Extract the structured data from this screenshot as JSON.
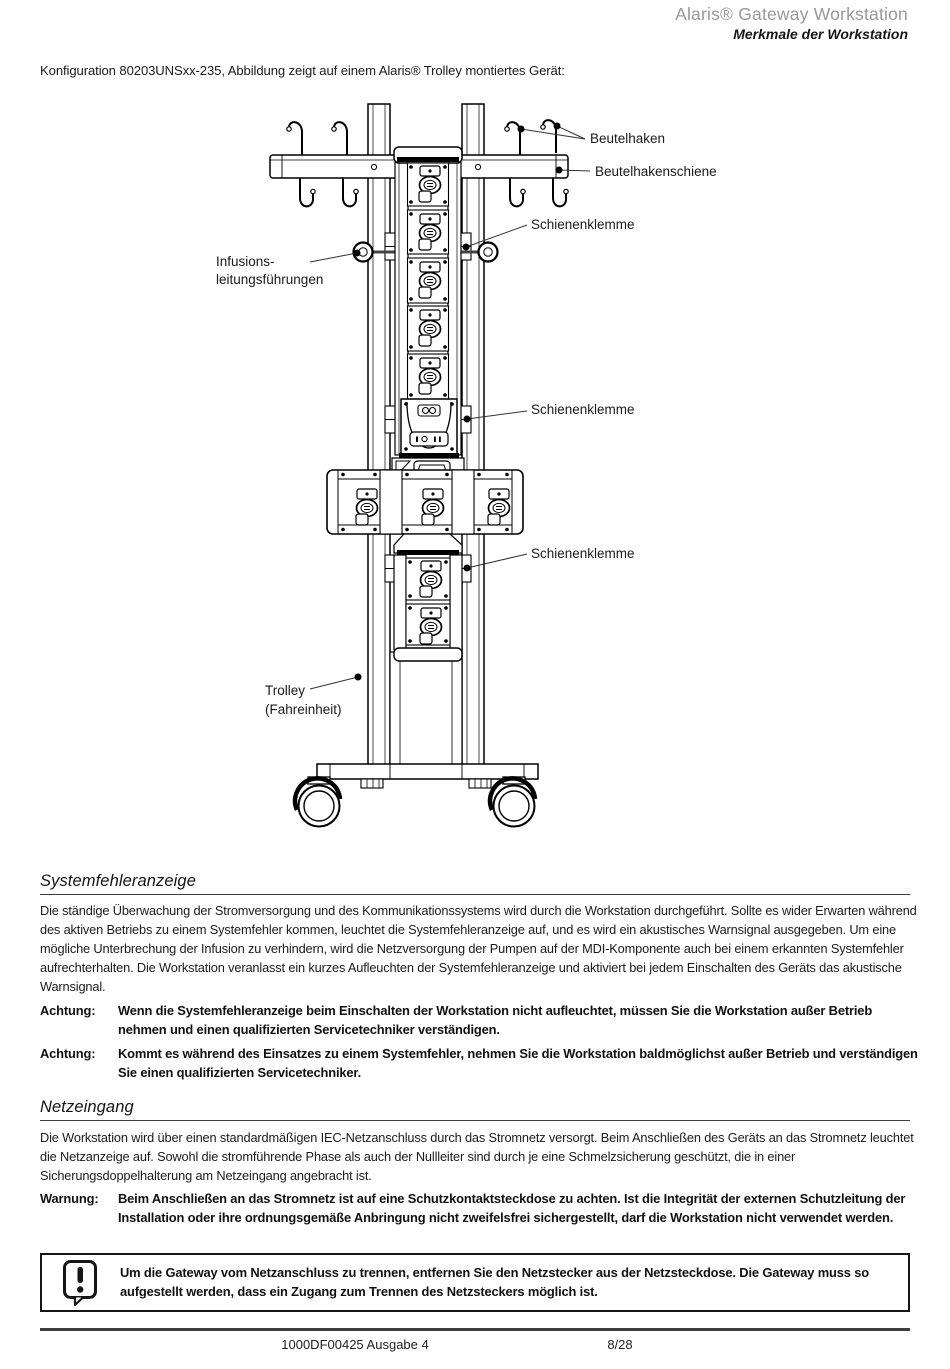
{
  "header": {
    "title": "Alaris® Gateway Workstation",
    "subtitle": "Merkmale der Workstation"
  },
  "intro": "Konfiguration 80203UNSxx-235, Abbildung zeigt auf einem Alaris® Trolley montiertes Gerät:",
  "diagram": {
    "labels": {
      "beutelhaken": "Beutelhaken",
      "beutelhakenschiene": "Beutelhakenschiene",
      "schienenklemme1": "Schienenklemme",
      "schienenklemme2": "Schienenklemme",
      "schienenklemme3": "Schienenklemme",
      "infusions1": "Infusions-",
      "infusions2": "leitungsführungen",
      "trolley1": "Trolley",
      "trolley2": "(Fahreinheit)"
    }
  },
  "sections": {
    "systemfehleranzeige": {
      "heading": "Systemfehleranzeige",
      "body": "Die ständige Überwachung der Stromversorgung und des Kommunikationssystems wird durch die Workstation durchgeführt. Sollte es wider Erwarten während des aktiven Betriebs zu einem Systemfehler kommen, leuchtet die Systemfehleranzeige auf, und es wird ein akustisches Warnsignal ausgegeben. Um eine mögliche Unterbrechung der Infusion zu verhindern, wird die Netzversorgung der Pumpen auf der MDI-Komponente auch bei einem erkannten Systemfehler aufrechterhalten. Die Workstation veranlasst ein kurzes Aufleuchten der Systemfehleranzeige und aktiviert bei jedem Einschalten des Geräts das akustische Warnsignal.",
      "cautions": [
        {
          "label": "Achtung:",
          "text": "Wenn die Systemfehleranzeige beim Einschalten der Workstation nicht aufleuchtet, müssen Sie die Workstation außer Betrieb nehmen und einen qualifizierten Servicetechniker verständigen."
        },
        {
          "label": "Achtung:",
          "text": "Kommt es während des Einsatzes zu einem Systemfehler, nehmen Sie die Workstation baldmöglichst außer Betrieb und verständigen Sie einen qualifizierten Servicetechniker."
        }
      ]
    },
    "netzeingang": {
      "heading": "Netzeingang",
      "body": "Die Workstation wird über einen standardmäßigen IEC-Netzanschluss durch das Stromnetz versorgt. Beim Anschließen des Geräts an das Stromnetz leuchtet die Netzanzeige auf. Sowohl die stromführende Phase als auch der Nullleiter sind durch je eine Schmelzsicherung geschützt, die in einer Sicherungsdoppelhalterung am Netzeingang angebracht ist.",
      "warnings": [
        {
          "label": "Warnung:",
          "text": "Beim Anschließen an das Stromnetz ist auf eine Schutzkontaktsteckdose zu achten. Ist die Integrität der externen Schutzleitung der Installation oder ihre ordnungsgemäße Anbringung nicht zweifelsfrei sichergestellt, darf die Workstation nicht verwendet werden."
        }
      ]
    }
  },
  "notice_box": {
    "icon": "exclamation-bubble-icon",
    "text": "Um die Gateway vom Netzanschluss zu trennen, entfernen Sie den Netzstecker aus der Netzsteckdose. Die Gateway muss so aufgestellt werden, dass ein Zugang zum Trennen des Netzsteckers möglich ist."
  },
  "footer": {
    "doc_number": "1000DF00425 Ausgabe 4",
    "page": "8/28"
  }
}
